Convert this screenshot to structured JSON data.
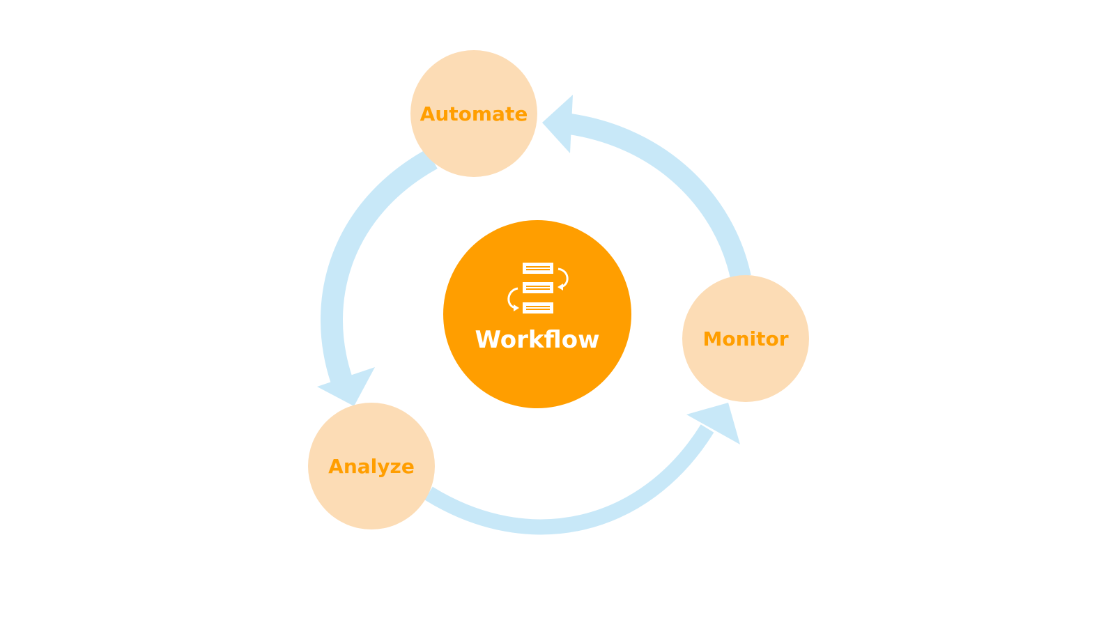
{
  "diagram": {
    "center": {
      "label": "Workflow",
      "icon": "workflow-icon",
      "color": "#ff9e00"
    },
    "stages": [
      {
        "label": "Automate",
        "color": "#fcdcb5"
      },
      {
        "label": "Monitor",
        "color": "#fcdcb5"
      },
      {
        "label": "Analyze",
        "color": "#fcdcb5"
      }
    ],
    "colors": {
      "stage_text": "#ff9e00",
      "arrow": "#c8e8f8",
      "center_text": "#ffffff"
    }
  }
}
